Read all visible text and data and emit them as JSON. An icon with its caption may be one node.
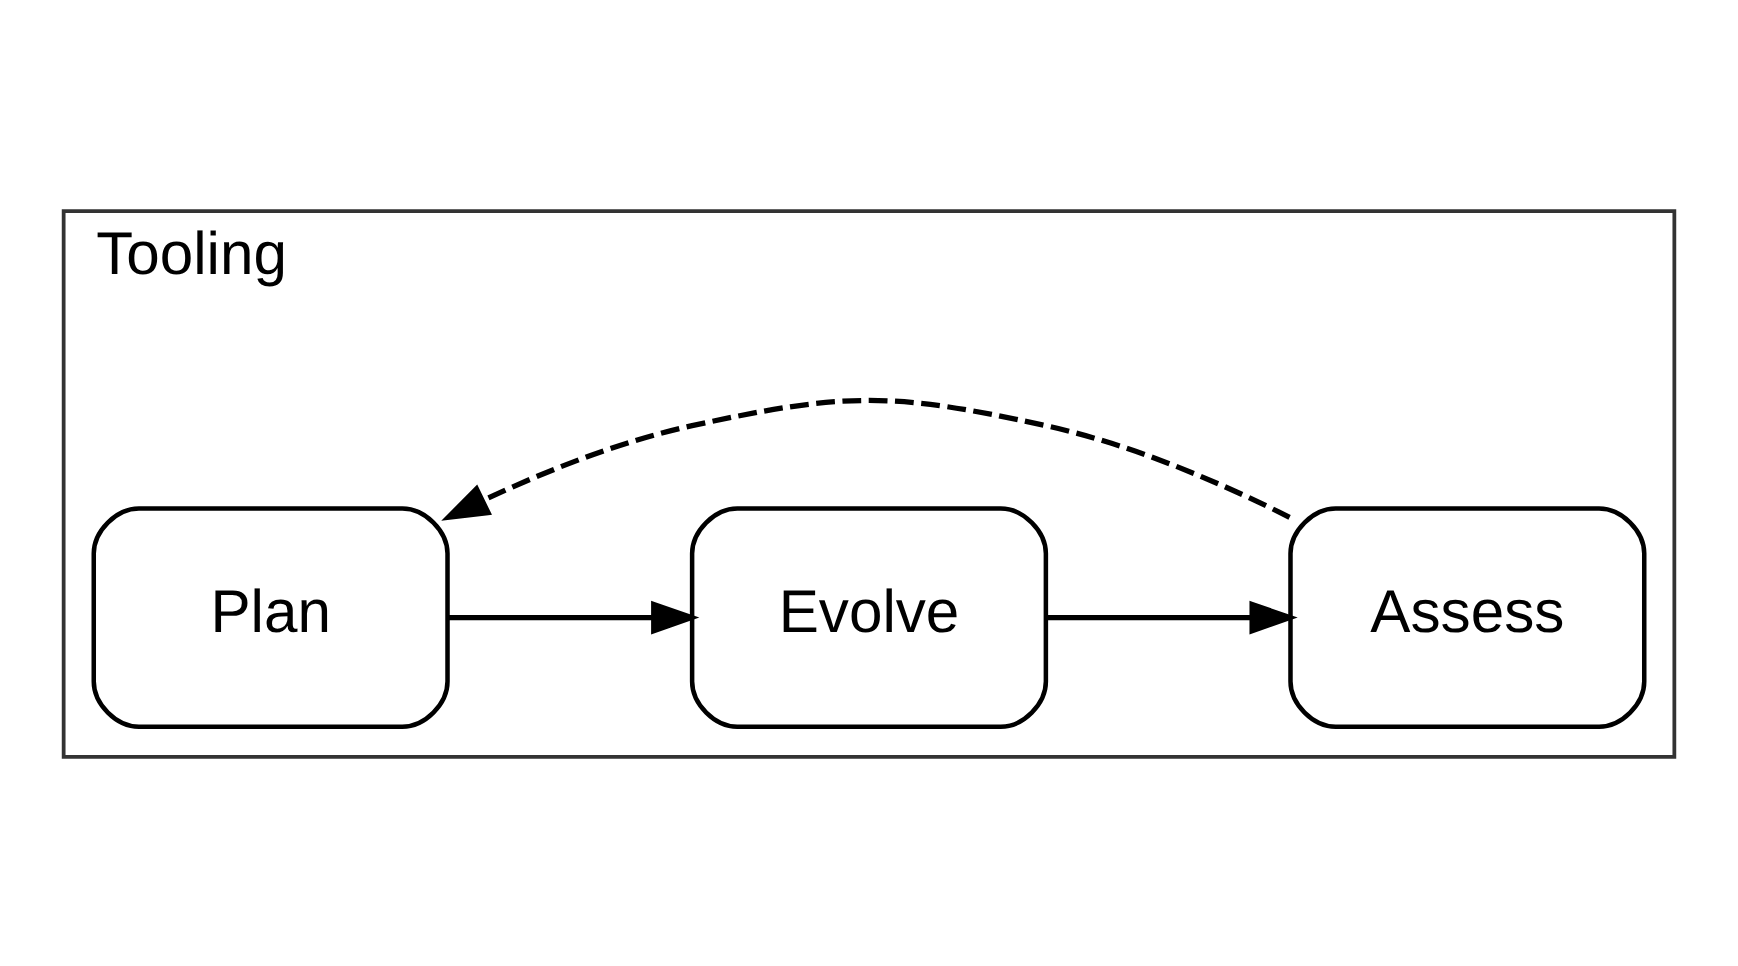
{
  "diagram": {
    "nodes": [
      {
        "text": [
          "Tooling"
        ]
      },
      {
        "text": [
          "Plan"
        ],
        "in": 0
      },
      {
        "text": [
          "Evolve"
        ],
        "in": 0
      },
      {
        "text": [
          "Assess"
        ],
        "in": 0
      }
    ],
    "edges": [
      {
        "from": 1,
        "to": 2,
        "arrow": "to"
      },
      {
        "from": 2,
        "to": 3,
        "arrow": "to"
      },
      {
        "from": 3,
        "to": 1,
        "arrow": "to",
        "style": "dashed"
      }
    ]
  }
}
